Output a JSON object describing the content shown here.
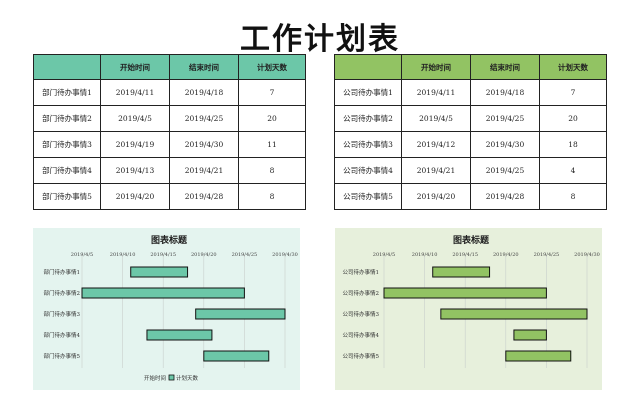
{
  "title": "工作计划表",
  "headers": [
    "",
    "开始时间",
    "结束时间",
    "计划天数"
  ],
  "table_left": {
    "rows": [
      [
        "部门待办事情1",
        "2019/4/11",
        "2019/4/18",
        "7"
      ],
      [
        "部门待办事情2",
        "2019/4/5",
        "2019/4/25",
        "20"
      ],
      [
        "部门待办事情3",
        "2019/4/19",
        "2019/4/30",
        "11"
      ],
      [
        "部门待办事情4",
        "2019/4/13",
        "2019/4/21",
        "8"
      ],
      [
        "部门待办事情5",
        "2019/4/20",
        "2019/4/28",
        "8"
      ]
    ]
  },
  "table_right": {
    "rows": [
      [
        "公司待办事情1",
        "2019/4/11",
        "2019/4/18",
        "7"
      ],
      [
        "公司待办事情2",
        "2019/4/5",
        "2019/4/25",
        "20"
      ],
      [
        "公司待办事情3",
        "2019/4/12",
        "2019/4/30",
        "18"
      ],
      [
        "公司待办事情4",
        "2019/4/21",
        "2019/4/25",
        "4"
      ],
      [
        "公司待办事情5",
        "2019/4/20",
        "2019/4/28",
        "8"
      ]
    ]
  },
  "colors": {
    "left_header": "#6cc7a8",
    "right_header": "#92c363",
    "left_bar": "#6cc7a8",
    "right_bar": "#92c363",
    "left_bg": "#e4f4ef",
    "right_bg": "#e7f0dc"
  },
  "chart_data": [
    {
      "type": "bar",
      "orientation": "horizontal-stacked-gantt",
      "title": "图表标题",
      "x_ticks": [
        "2019/4/5",
        "2019/4/10",
        "2019/4/15",
        "2019/4/20",
        "2019/4/25",
        "2019/4/30"
      ],
      "xlim": [
        "2019/4/5",
        "2019/4/30"
      ],
      "categories": [
        "部门待办事情1",
        "部门待办事情2",
        "部门待办事情3",
        "部门待办事情4",
        "部门待办事情5"
      ],
      "series": [
        {
          "name": "开始时间",
          "values": [
            "2019/4/11",
            "2019/4/5",
            "2019/4/19",
            "2019/4/13",
            "2019/4/20"
          ],
          "visible": false
        },
        {
          "name": "计划天数",
          "values": [
            7,
            20,
            11,
            8,
            8
          ]
        }
      ],
      "legend": [
        "开始时间",
        "计划天数"
      ],
      "legend_position": "bottom",
      "grid": true
    },
    {
      "type": "bar",
      "orientation": "horizontal-stacked-gantt",
      "title": "图表标题",
      "x_ticks": [
        "2019/4/5",
        "2019/4/10",
        "2019/4/15",
        "2019/4/20",
        "2019/4/25",
        "2019/4/30"
      ],
      "xlim": [
        "2019/4/5",
        "2019/4/30"
      ],
      "categories": [
        "公司待办事情1",
        "公司待办事情2",
        "公司待办事情3",
        "公司待办事情4",
        "公司待办事情5"
      ],
      "series": [
        {
          "name": "开始时间",
          "values": [
            "2019/4/11",
            "2019/4/5",
            "2019/4/12",
            "2019/4/21",
            "2019/4/20"
          ],
          "visible": false
        },
        {
          "name": "计划天数",
          "values": [
            7,
            20,
            18,
            4,
            8
          ]
        }
      ],
      "legend": [],
      "grid": true
    }
  ]
}
